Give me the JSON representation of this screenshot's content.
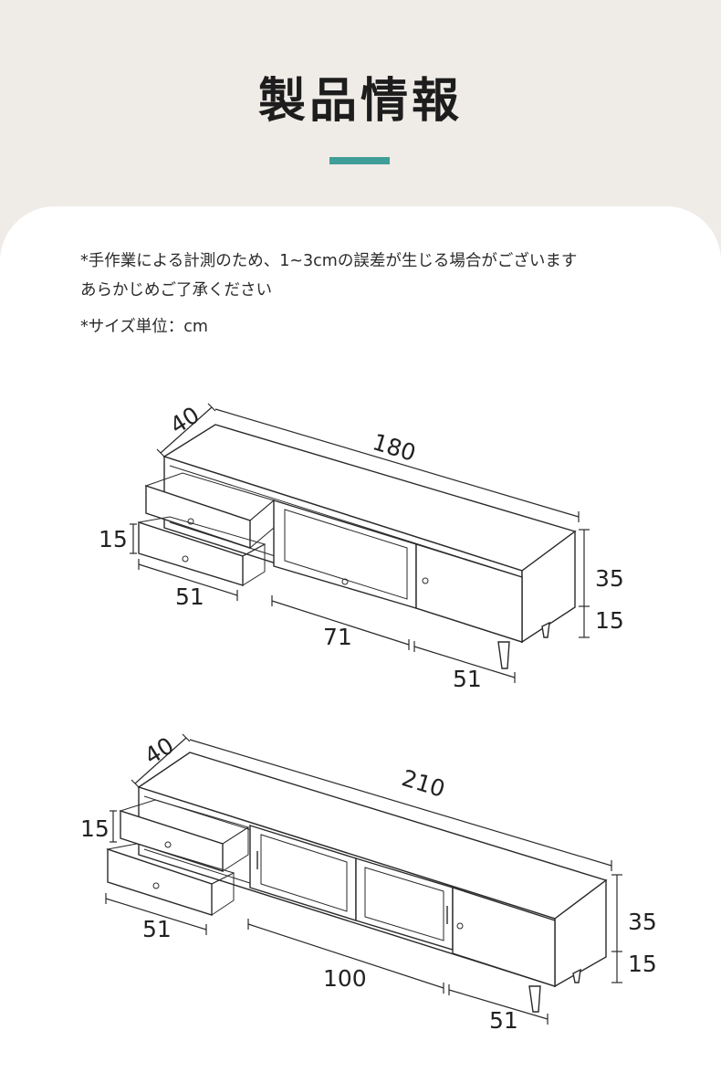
{
  "header": {
    "title": "製品情報"
  },
  "notes": {
    "line1": "*手作業による計測のため、1~3cmの誤差が生じる場合がございます",
    "line2": "あらかじめご了承ください",
    "unit": "*サイズ単位：cm"
  },
  "diagram1": {
    "depth": "40",
    "width": "180",
    "drawer_height": "15",
    "drawer_width": "51",
    "body_height": "35",
    "leg_height": "15",
    "middle_width": "71",
    "door_width": "51"
  },
  "diagram2": {
    "depth": "40",
    "width": "210",
    "drawer_height": "15",
    "drawer_width": "51",
    "body_height": "35",
    "leg_height": "15",
    "middle_width": "100",
    "door_width": "51"
  },
  "colors": {
    "background": "#efebe7",
    "accent": "#3f9e97",
    "card": "#ffffff",
    "line": "#2a2a2a"
  }
}
